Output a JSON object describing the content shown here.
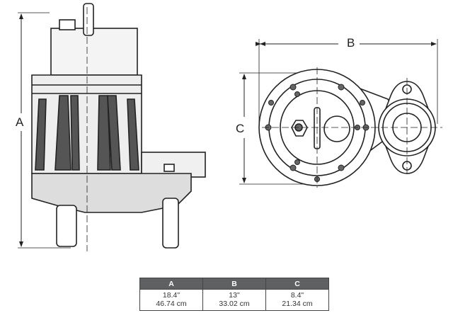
{
  "dimension_labels": {
    "a": "A",
    "b": "B",
    "c": "C"
  },
  "table": {
    "headers": [
      "A",
      "B",
      "C"
    ],
    "rows": [
      [
        "18.4\"",
        "13\"",
        "8.4\""
      ],
      [
        "46.74 cm",
        "33.02 cm",
        "21.34 cm"
      ]
    ]
  }
}
